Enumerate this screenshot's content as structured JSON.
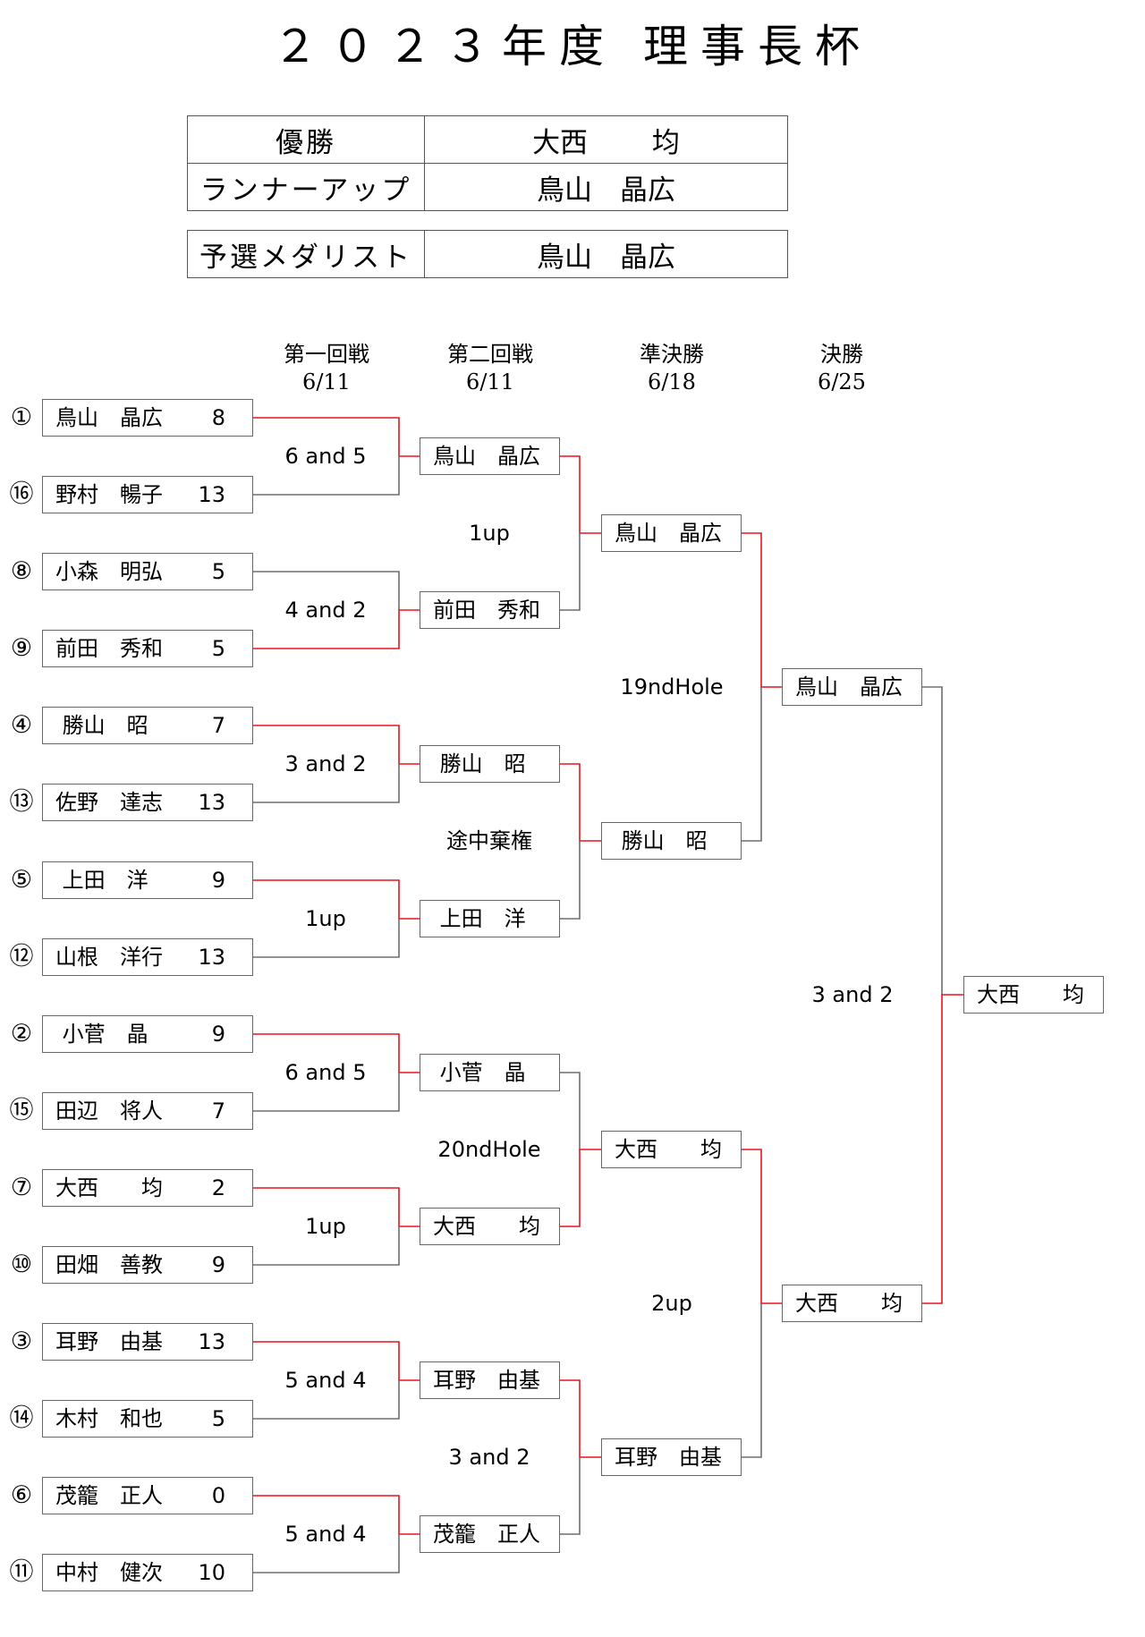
{
  "title": "２０２３年度 理事長杯",
  "summary": {
    "champion_label": "優勝",
    "champion_value": "大西　　 均",
    "runnerup_label": "ランナーアップ",
    "runnerup_value": "鳥山　晶広",
    "medalist_label": "予選メダリスト",
    "medalist_value": "鳥山　晶広"
  },
  "rounds": [
    {
      "name": "第一回戦",
      "date": "6/11"
    },
    {
      "name": "第二回戦",
      "date": "6/11"
    },
    {
      "name": "準決勝",
      "date": "6/18"
    },
    {
      "name": "決勝",
      "date": "6/25"
    }
  ],
  "players": [
    {
      "seed": "①",
      "name": "鳥山　晶広",
      "score": "8"
    },
    {
      "seed": "⑯",
      "name": "野村　暢子",
      "score": "13"
    },
    {
      "seed": "⑧",
      "name": "小森　明弘",
      "score": "5"
    },
    {
      "seed": "⑨",
      "name": "前田　秀和",
      "score": "5"
    },
    {
      "seed": "④",
      "name": " 勝山　昭",
      "score": "7"
    },
    {
      "seed": "⑬",
      "name": "佐野　達志",
      "score": "13"
    },
    {
      "seed": "⑤",
      "name": " 上田　洋",
      "score": "9"
    },
    {
      "seed": "⑫",
      "name": "山根　洋行",
      "score": "13"
    },
    {
      "seed": "②",
      "name": " 小菅　晶",
      "score": "9"
    },
    {
      "seed": "⑮",
      "name": "田辺　将人",
      "score": "7"
    },
    {
      "seed": "⑦",
      "name": "大西　　均",
      "score": "2"
    },
    {
      "seed": "⑩",
      "name": "田畑　善教",
      "score": "9"
    },
    {
      "seed": "③",
      "name": "耳野　由基",
      "score": "13"
    },
    {
      "seed": "⑭",
      "name": "木村　和也",
      "score": "5"
    },
    {
      "seed": "⑥",
      "name": "茂籠　正人",
      "score": "0"
    },
    {
      "seed": "⑪",
      "name": "中村　健次",
      "score": "10"
    }
  ],
  "round1_results": [
    "6 and 5",
    "4 and 2",
    "3 and 2",
    "1up",
    "6 and 5",
    "1up",
    "5 and 4",
    "5 and 4"
  ],
  "round2_winners": [
    "鳥山　晶広",
    "前田　秀和",
    " 勝山　昭",
    " 上田　洋",
    " 小菅　晶",
    "大西　　均",
    "耳野　由基",
    "茂籠　正人"
  ],
  "round2_results": [
    "1up",
    "途中棄権",
    "20ndHole",
    "3 and 2"
  ],
  "semifinal_winners": [
    "鳥山　晶広",
    " 勝山　昭",
    "大西　　均",
    "耳野　由基"
  ],
  "semifinal_results": [
    "19ndHole",
    "2up"
  ],
  "final_players": [
    "鳥山　晶広",
    "大西　　均"
  ],
  "final_result": "3 and 2",
  "champion": "大西　　均",
  "colors": {
    "winner_line": "#e8141e",
    "loser_line": "#6e6e6e",
    "box_border": "#666666"
  }
}
